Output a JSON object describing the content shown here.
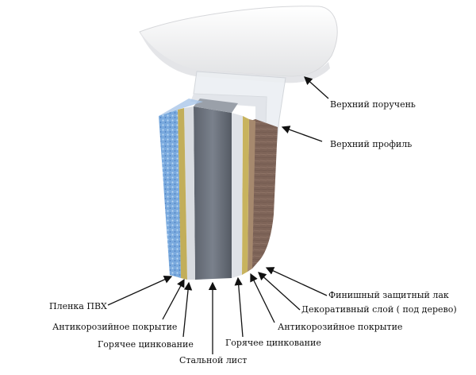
{
  "labels": {
    "upper_handrail": "Верхний поручень",
    "upper_profile": "Верхний профиль",
    "finish_lacquer": "Финишный защитный лак",
    "decor_layer": "Декоративный слой ( под дерево)",
    "anticorrosion_right": "Антикорозийное покрытие",
    "hot_galv_right": "Горячее цинкование",
    "steel_sheet": "Стальной лист",
    "hot_galv_left": "Горячее цинкование",
    "anticorrosion_left": "Антикорозийное покрытие",
    "pvc_film": "Пленка ПВХ"
  },
  "colors": {
    "pvc": "#6e9fd8",
    "steel": "#6d7480",
    "zinc": "#c9ccd2",
    "anticorrosion": "#b8a85a",
    "wood": "#8a6e60",
    "handrail": "#f4f4f4",
    "arrow": "#111111"
  }
}
